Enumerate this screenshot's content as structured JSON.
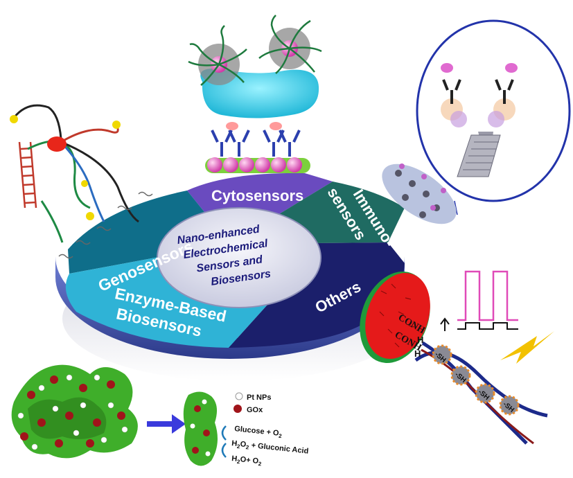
{
  "segments": {
    "cyto": "Cytosensors",
    "immuno_1": "Immuno-",
    "immuno_2": "sensors",
    "geno": "Genosensors",
    "enzyme_1": "Enzyme-Based",
    "enzyme_2": "Biosensors",
    "others": "Others"
  },
  "center": {
    "line1": "Nano-enhanced",
    "line2": "Electrochemical",
    "line3": "Sensors and",
    "line4": "Biosensors"
  },
  "enzyme_legend": {
    "pt": "Pt NPs",
    "gox": "GOx",
    "reaction1": "Glucose + O",
    "reaction1_sub": "2",
    "reaction2_a": "H",
    "reaction2_sub1": "2",
    "reaction2_b": "O",
    "reaction2_sub2": "2",
    "reaction2_c": " + Gluconic Acid",
    "reaction3_a": "H",
    "reaction3_sub": "2",
    "reaction3_b": "O+ O",
    "reaction3_sub2": "2"
  },
  "dna_labels": {
    "conh_1": "CONH",
    "conh_2": "CONH",
    "h_1": "H",
    "h_2": "H",
    "sh_1": "-SH",
    "sh_2": "-SH",
    "sh_3": "-SH",
    "sh_4": "-SH"
  },
  "colors": {
    "cyto": "#6a4bbf",
    "immuno": "#1f6b62",
    "geno": "#0f6e8a",
    "enzyme": "#2fb3d6",
    "others": "#1b1f6b",
    "ellipse_edge": "#5a6cc8",
    "pulse": "#e04ab8",
    "lightning": "#f2c100",
    "nanotube_circle": "#2233aa"
  }
}
